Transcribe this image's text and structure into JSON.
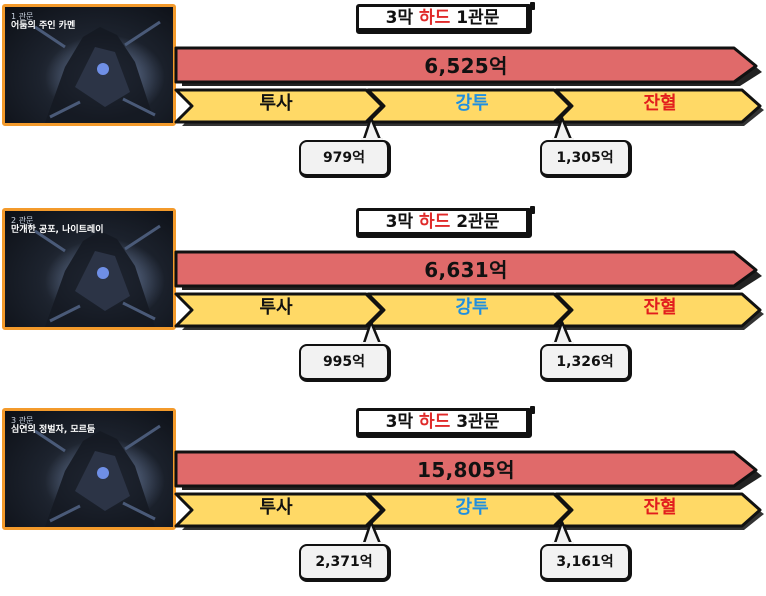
{
  "sections": [
    {
      "thumb_tag": "1 관문",
      "thumb_name": "어둠의 주인 카멘",
      "title_prefix": "3막 ",
      "title_highlight": "하드",
      "title_suffix": " 1관문",
      "total": "6,525억",
      "stage_1": "투사",
      "stage_2": "강투",
      "stage_3": "잔혈",
      "threshold_1": "979억",
      "threshold_2": "1,305억"
    },
    {
      "thumb_tag": "2 관문",
      "thumb_name": "만개한 공포, 나이트레이",
      "title_prefix": "3막 ",
      "title_highlight": "하드",
      "title_suffix": " 2관문",
      "total": "6,631억",
      "stage_1": "투사",
      "stage_2": "강투",
      "stage_3": "잔혈",
      "threshold_1": "995억",
      "threshold_2": "1,326억"
    },
    {
      "thumb_tag": "3 관문",
      "thumb_name": "심연의 정벌자, 모르둠",
      "title_prefix": "3막 ",
      "title_highlight": "하드",
      "title_suffix": " 3관문",
      "total": "15,805억",
      "stage_1": "투사",
      "stage_2": "강투",
      "stage_3": "잔혈",
      "threshold_1": "2,371억",
      "threshold_2": "3,161억"
    }
  ],
  "colors": {
    "total_bar": "#e06a6a",
    "stage_bar": "#ffd966",
    "stage_2_text": "#1f8fe0",
    "stage_3_text": "#e21d1d",
    "highlight": "#e02a2a",
    "thumb_border": "#f39a2b"
  }
}
